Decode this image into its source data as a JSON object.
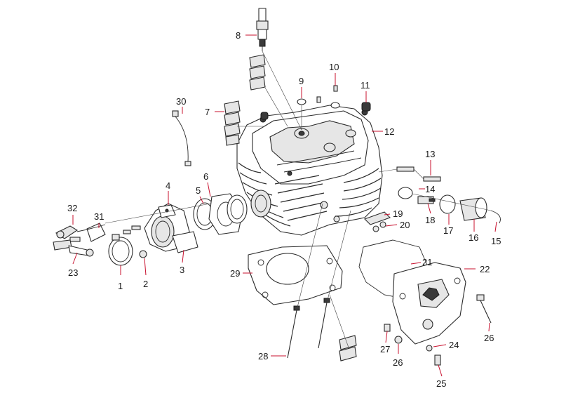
{
  "callouts": [
    {
      "id": "1",
      "label": "1"
    },
    {
      "id": "2",
      "label": "2"
    },
    {
      "id": "3",
      "label": "3"
    },
    {
      "id": "4",
      "label": "4"
    },
    {
      "id": "5",
      "label": "5"
    },
    {
      "id": "6",
      "label": "6"
    },
    {
      "id": "7",
      "label": "7"
    },
    {
      "id": "8",
      "label": "8"
    },
    {
      "id": "9",
      "label": "9"
    },
    {
      "id": "10",
      "label": "10"
    },
    {
      "id": "11",
      "label": "11"
    },
    {
      "id": "12",
      "label": "12"
    },
    {
      "id": "13",
      "label": "13"
    },
    {
      "id": "14",
      "label": "14"
    },
    {
      "id": "15",
      "label": "15"
    },
    {
      "id": "16",
      "label": "16"
    },
    {
      "id": "17",
      "label": "17"
    },
    {
      "id": "18",
      "label": "18"
    },
    {
      "id": "19",
      "label": "19"
    },
    {
      "id": "20",
      "label": "20"
    },
    {
      "id": "21",
      "label": "21"
    },
    {
      "id": "22",
      "label": "22"
    },
    {
      "id": "23",
      "label": "23"
    },
    {
      "id": "24",
      "label": "24"
    },
    {
      "id": "25",
      "label": "25"
    },
    {
      "id": "26a",
      "label": "26"
    },
    {
      "id": "26b",
      "label": "26"
    },
    {
      "id": "27",
      "label": "27"
    },
    {
      "id": "28",
      "label": "28"
    },
    {
      "id": "29",
      "label": "29"
    },
    {
      "id": "30",
      "label": "30"
    },
    {
      "id": "31",
      "label": "31"
    },
    {
      "id": "32",
      "label": "32"
    }
  ],
  "colors": {
    "leader": "#c8102e",
    "line": "#2a2a2a",
    "background": "#ffffff"
  }
}
